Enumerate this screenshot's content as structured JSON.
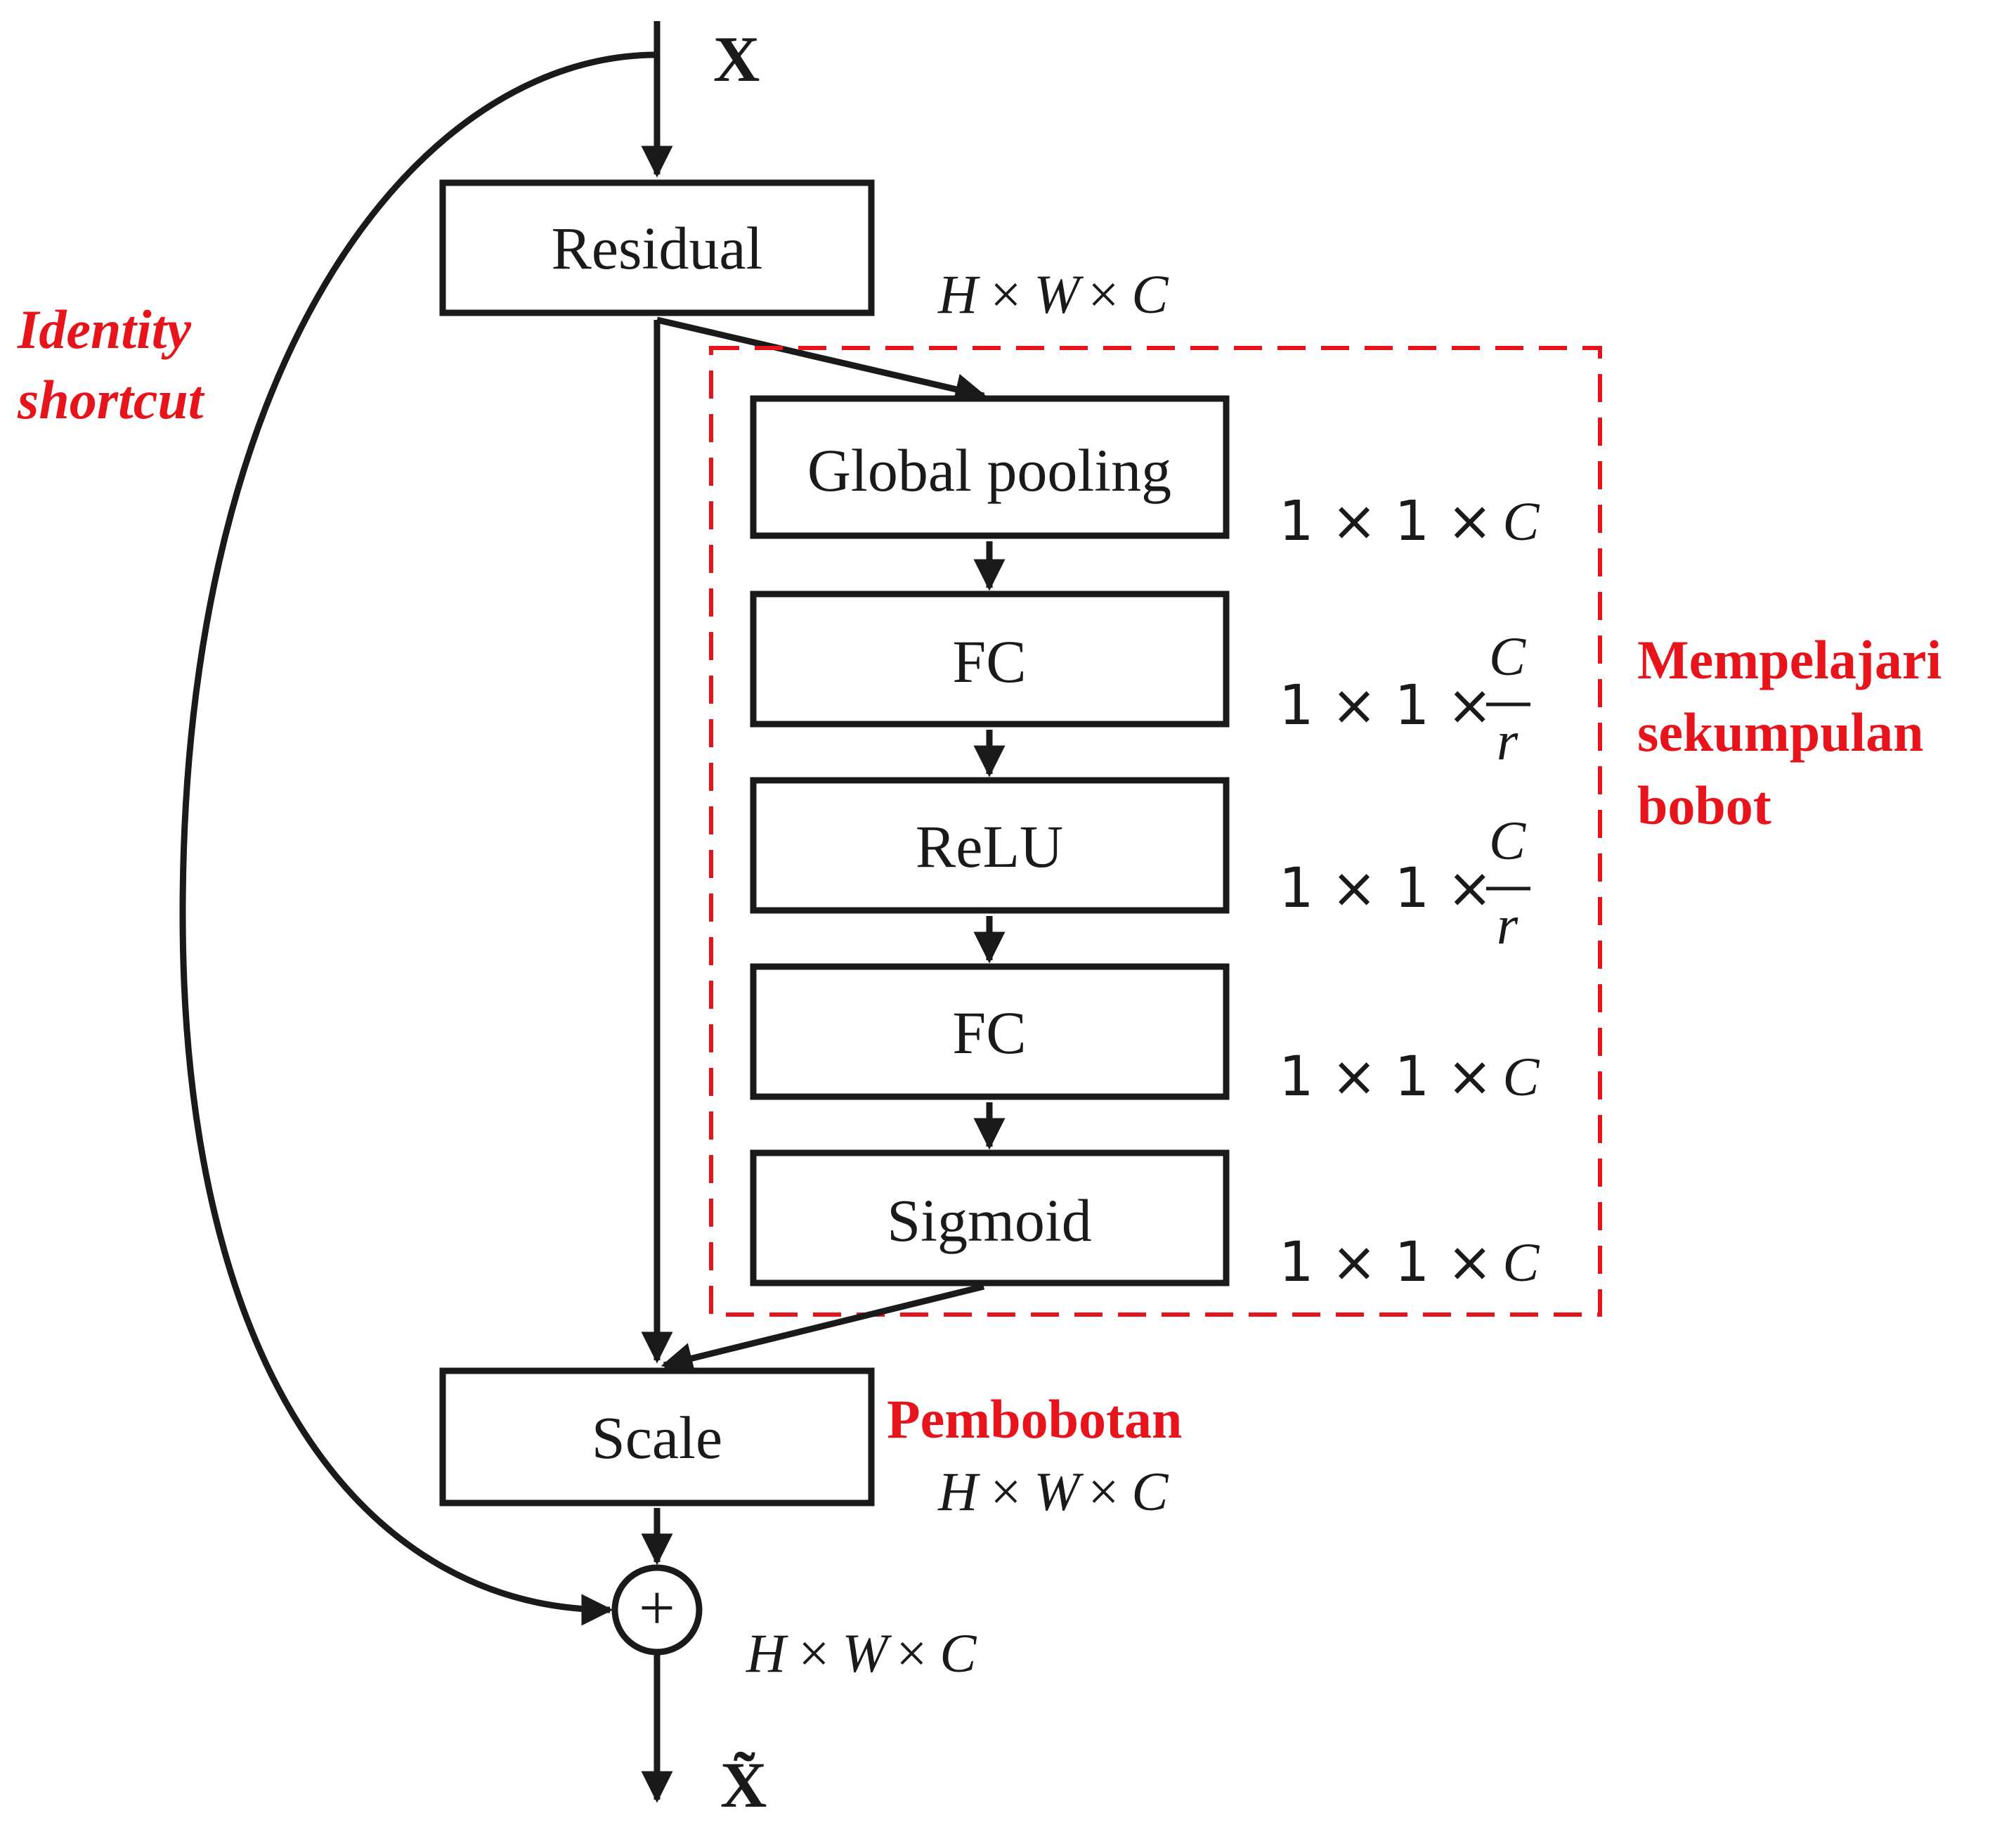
{
  "input_label": "X",
  "output_label": "X̃",
  "shortcut_label": [
    "Identity",
    "shortcut"
  ],
  "learning_label": [
    "Mempelajari",
    "sekumpulan",
    "bobot"
  ],
  "weighting_label": "Pembobotan",
  "boxes": {
    "residual": "Residual",
    "global_pooling": "Global pooling",
    "fc1": "FC",
    "relu": "ReLU",
    "fc2": "FC",
    "sigmoid": "Sigmoid",
    "scale": "Scale"
  },
  "dims": {
    "residual_out": {
      "H": "H",
      "times": "×",
      "W": "W",
      "C": "C"
    },
    "prefix": "1 × 1 ×",
    "C": "C",
    "r": "r",
    "scale_out": {
      "H": "H",
      "times": "×",
      "W": "W",
      "C": "C"
    },
    "sum_out": {
      "H": "H",
      "times": "×",
      "W": "W",
      "C": "C"
    }
  },
  "plus_symbol": "+",
  "colors": {
    "accent": "#e8141c",
    "ink": "#1a1a1a"
  }
}
